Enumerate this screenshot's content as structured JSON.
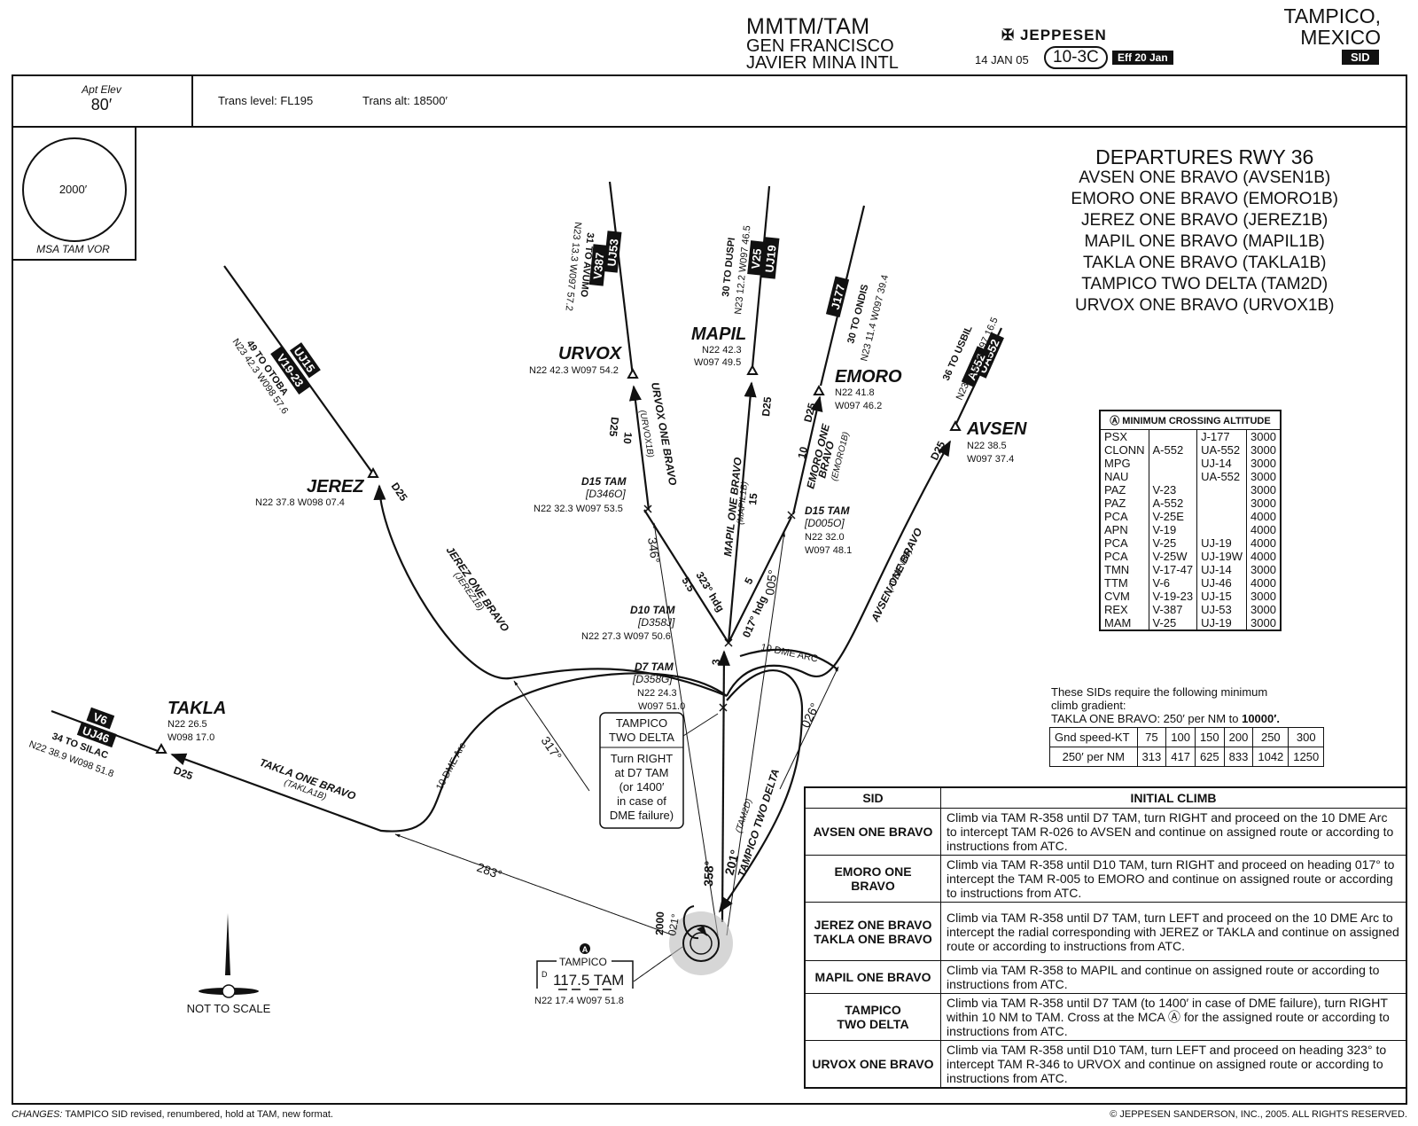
{
  "header": {
    "ident": "MMTM/TAM",
    "airport_line1": "GEN FRANCISCO",
    "airport_line2": "JAVIER MINA INTL",
    "publisher": "JEPPESEN",
    "date": "14 JAN 05",
    "chart_no": "10-3C",
    "eff": "Eff 20 Jan",
    "city": "TAMPICO,",
    "country": "MEXICO",
    "chart_type": "SID"
  },
  "info": {
    "apt_elev_label": "Apt Elev",
    "apt_elev": "80′",
    "trans_level": "Trans level: FL195",
    "trans_alt": "Trans alt: 18500′"
  },
  "msa": {
    "alt": "2000′",
    "label": "MSA TAM VOR"
  },
  "departures": {
    "title": "DEPARTURES RWY 36",
    "items": [
      "AVSEN ONE BRAVO (AVSEN1B)",
      "EMORO ONE BRAVO (EMORO1B)",
      "JEREZ ONE BRAVO (JEREZ1B)",
      "MAPIL ONE BRAVO (MAPIL1B)",
      "TAKLA ONE BRAVO (TAKLA1B)",
      "TAMPICO TWO DELTA (TAM2D)",
      "URVOX ONE BRAVO (URVOX1B)"
    ]
  },
  "mca": {
    "title": "MINIMUM CROSSING ALTITUDE",
    "rows": [
      [
        "PSX",
        "",
        "J-177",
        "3000"
      ],
      [
        "CLONN",
        "A-552",
        "UA-552",
        "3000"
      ],
      [
        "MPG",
        "",
        "UJ-14",
        "3000"
      ],
      [
        "NAU",
        "",
        "UA-552",
        "3000"
      ],
      [
        "PAZ",
        "V-23",
        "",
        "3000"
      ],
      [
        "PAZ",
        "A-552",
        "",
        "3000"
      ],
      [
        "PCA",
        "V-25E",
        "",
        "4000"
      ],
      [
        "APN",
        "V-19",
        "",
        "4000"
      ],
      [
        "PCA",
        "V-25",
        "UJ-19",
        "4000"
      ],
      [
        "PCA",
        "V-25W",
        "UJ-19W",
        "4000"
      ],
      [
        "TMN",
        "V-17-47",
        "UJ-14",
        "3000"
      ],
      [
        "TTM",
        "V-6",
        "UJ-46",
        "4000"
      ],
      [
        "CVM",
        "V-19-23",
        "UJ-15",
        "3000"
      ],
      [
        "REX",
        "V-387",
        "UJ-53",
        "3000"
      ],
      [
        "MAM",
        "V-25",
        "UJ-19",
        "3000"
      ]
    ]
  },
  "climb": {
    "line1": "These SIDs require the following minimum",
    "line2": "climb gradient:",
    "line3_a": "TAKLA ONE BRAVO: 250′ per NM to ",
    "line3_b": "10000′.",
    "row1_label": "Gnd speed-KT",
    "row1": [
      "75",
      "100",
      "150",
      "200",
      "250",
      "300"
    ],
    "row2_label": "250′ per NM",
    "row2": [
      "313",
      "417",
      "625",
      "833",
      "1042",
      "1250"
    ]
  },
  "initial_climb": {
    "col1": "SID",
    "col2": "INITIAL CLIMB",
    "rows": [
      {
        "name": "AVSEN ONE BRAVO",
        "text": "Climb via TAM R-358 until D7 TAM, turn RIGHT and proceed on the 10 DME Arc to intercept TAM R-026 to AVSEN and continue on assigned route or according to instructions from ATC."
      },
      {
        "name": "EMORO ONE BRAVO",
        "text": "Climb via TAM R-358 until D10 TAM, turn RIGHT and proceed on heading 017° to intercept the TAM R-005 to EMORO and continue on assigned route or according to instructions from ATC."
      },
      {
        "name": "JEREZ ONE BRAVO",
        "name2": "TAKLA ONE BRAVO",
        "text": "Climb via TAM R-358 until D7 TAM, turn LEFT and proceed on the 10 DME Arc to intercept the radial corresponding with JEREZ or TAKLA and continue on assigned route or according to instructions from ATC."
      },
      {
        "name": "MAPIL ONE BRAVO",
        "text": "Climb via TAM R-358 to MAPIL and continue on assigned route or according to instructions from ATC."
      },
      {
        "name": "TAMPICO",
        "name2": "TWO DELTA",
        "text": "Climb via TAM R-358 until D7 TAM (to 1400′ in case of DME failure), turn RIGHT within 10 NM to TAM. Cross at the MCA Ⓐ for the assigned route or according to instructions from ATC."
      },
      {
        "name": "URVOX ONE BRAVO",
        "text": "Climb via TAM R-358 until D10 TAM, turn LEFT and proceed on heading 323° to intercept TAM R-346 to URVOX and continue on assigned route or according to instructions from ATC."
      }
    ]
  },
  "map": {
    "urvox": {
      "name": "URVOX",
      "coord": "N22 42.3 W097 54.2",
      "awy1": "UJ53",
      "awy2": "V387",
      "to1": "31 TO AVUMO",
      "to2": "N23 13.3 W097 57.2",
      "proc": "URVOX ONE BRAVO",
      "code": "(URVOX1B)"
    },
    "mapil": {
      "name": "MAPIL",
      "coord1": "N22 42.3",
      "coord2": "W097 49.5",
      "awy1": "UJ19",
      "awy2": "V25",
      "to1": "30 TO DUSPI",
      "to2": "N23 12.2 W097 46.5",
      "proc": "MAPIL ONE BRAVO",
      "code": "(MAPIL1B)"
    },
    "emoro": {
      "name": "EMORO",
      "coord1": "N22 41.8",
      "coord2": "W097 46.2",
      "awy1": "J177",
      "to1": "30 TO ONDIS",
      "to2": "N23 11.4 W097 39.4",
      "proc1": "EMORO ONE",
      "proc2": "BRAVO",
      "code": "(EMORO1B)"
    },
    "avsen": {
      "name": "AVSEN",
      "coord1": "N22 38.5",
      "coord2": "W097 37.4",
      "awy1": "UA552",
      "awy2": "A552",
      "to1": "36 TO USBIL",
      "to2": "N23 08.9 W097 16.5",
      "proc": "AVSEN ONE BRAVO",
      "code": "(AVSEN1B)"
    },
    "jerez": {
      "name": "JEREZ",
      "coord": "N22 37.8 W098 07.4",
      "awy1": "UJ15",
      "awy2": "V19-23",
      "to1": "49 TO OTOBA",
      "to2": "N23 42.3 W098 57.6",
      "proc": "JEREZ ONE BRAVO",
      "code": "(JEREZ1B)"
    },
    "takla": {
      "name": "TAKLA",
      "coord1": "N22 26.5",
      "coord2": "W098 17.0",
      "awy1": "V6",
      "awy2": "UJ46",
      "to1": "34 TO SILAC",
      "to2": "N22 38.9 W098 51.8",
      "proc": "TAKLA ONE BRAVO",
      "code": "(TAKLA1B)"
    },
    "d15_346": {
      "l1": "D15 TAM",
      "l2": "[D346O]",
      "l3": "N22 32.3 W097 53.5"
    },
    "d15_005": {
      "l1": "D15 TAM",
      "l2": "[D005O]",
      "l3": "N22 32.0",
      "l4": "W097 48.1"
    },
    "d10": {
      "l1": "D10 TAM",
      "l2": "[D358J]",
      "l3": "N22 27.3 W097 50.6"
    },
    "d7": {
      "l1": "D7 TAM",
      "l2": "[D358G]",
      "l3": "N22 24.3",
      "l4": "W097 51.0"
    },
    "tam2d_box": {
      "t1": "TAMPICO",
      "t2": "TWO DELTA",
      "b1": "Turn RIGHT",
      "b2": "at D7 TAM",
      "b3": "(or 1400′",
      "b4": "in case of",
      "b5": "DME failure)"
    },
    "vor": {
      "name": "TAMPICO",
      "freq": "117.5 TAM",
      "coord": "N22 17.4 W097 51.8",
      "d": "D"
    },
    "labels": {
      "d25": "D25",
      "n10": "10",
      "n15": "15",
      "n55": "5.5",
      "n5": "5",
      "n3": "3",
      "r346": "346°",
      "r005": "005°",
      "r317": "317°",
      "r283": "283°",
      "r026": "026°",
      "r358": "358°",
      "r201": "201°",
      "h323": "323° hdg",
      "h017": "017° hdg",
      "arc": "10 DME Arc",
      "arc2": "10 DME ARC",
      "tam2d": "TAMPICO TWO DELTA",
      "tam2dcode": "(TAM2D)",
      "hold_alt": "2000",
      "hold_crs": "021°",
      "circleA": "A",
      "nts": "NOT TO SCALE"
    }
  },
  "footer": {
    "changes_label": "CHANGES:",
    "changes": "TAMPICO SID revised, renumbered, hold at TAM, new format.",
    "copyright": "© JEPPESEN SANDERSON, INC., 2005. ALL RIGHTS RESERVED."
  }
}
